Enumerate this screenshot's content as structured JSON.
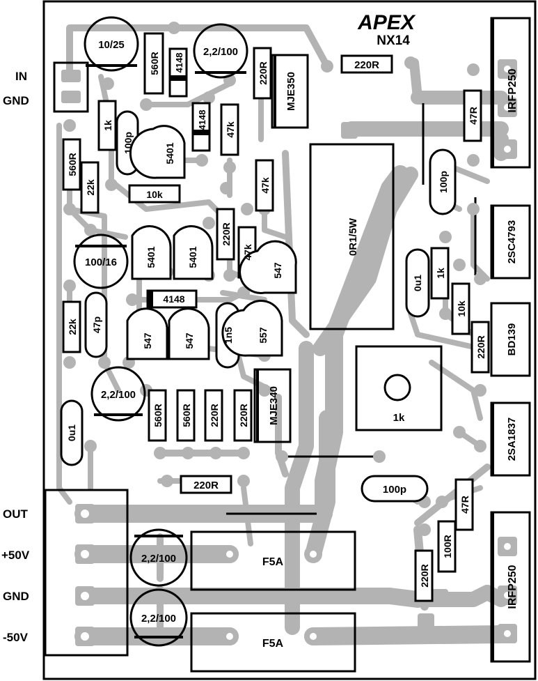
{
  "title": {
    "logo_text": "APEX",
    "model": "NX14"
  },
  "connectors": {
    "in": "IN",
    "gnd_in": "GND",
    "out": "OUT",
    "plus50": "+50V",
    "gnd_pwr": "GND",
    "minus50": "-50V"
  },
  "components": {
    "c_10_25": "10/25",
    "c_22_100_top": "2,2/100",
    "r_560_top": "560R",
    "d_4148_a": "4148",
    "d_4148_b": "4148",
    "r_220_mje350": "220R",
    "q_mje350": "MJE350",
    "r_220_top": "220R",
    "q_irfp250_top": "IRFP250",
    "r_47_top": "47R",
    "r_1k": "1k",
    "c_100p_a": "100p",
    "d_5401_a": "5401",
    "r_47k_a": "47k",
    "r_560_left": "560R",
    "r_22k_a": "22k",
    "r_10k": "10k",
    "r_47k_b": "47k",
    "r_0r1": "0R1/5W",
    "c_100p_b": "100p",
    "r_220_mid": "220R",
    "r_47k_c": "47k",
    "q_547_a": "547",
    "c_100_16": "100/16",
    "d_5401_b": "5401",
    "d_5401_c": "5401",
    "q_2sc4793": "2SC4793",
    "c_0u1_a": "0u1",
    "r_1k_b": "1k",
    "r_10k_b": "10k",
    "d_4148_c": "4148",
    "r_22k_b": "22k",
    "c_47p": "47p",
    "q_547_b": "547",
    "q_547_c": "547",
    "c_1n5": "1n5",
    "q_557": "557",
    "r_220_bd": "220R",
    "q_bd139": "BD139",
    "pot_1k": "1k",
    "c_22_100_mid": "2,2/100",
    "r_560_a": "560R",
    "r_560_b": "560R",
    "r_220_c": "220R",
    "r_220_d": "220R",
    "q_mje340": "MJE340",
    "q_2sa1837": "2SA1837",
    "c_0u1_b": "0u1",
    "r_220_bottom": "220R",
    "c_100p_c": "100p",
    "r_47_bottom": "47R",
    "r_100_bottom": "100R",
    "r_220_bottom2": "220R",
    "q_irfp250_bottom": "IRFP250",
    "c_22_100_b1": "2,2/100",
    "c_22_100_b2": "2,2/100",
    "f_5a_top": "F5A",
    "f_5a_bottom": "F5A"
  },
  "colors": {
    "trace": "#b3b3b3",
    "ink": "#000000",
    "board": "#ffffff"
  }
}
